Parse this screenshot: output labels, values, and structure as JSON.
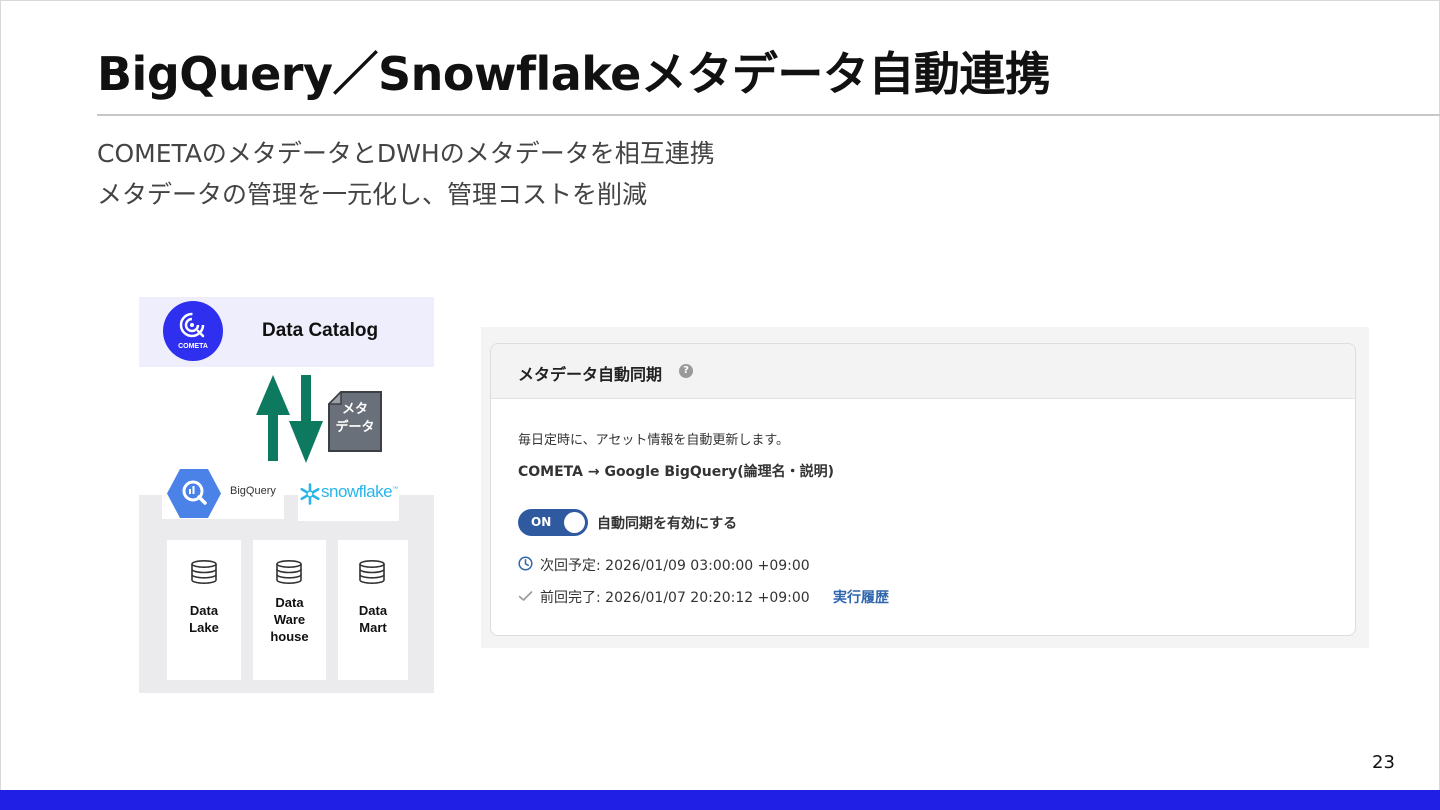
{
  "slide": {
    "title": "BigQuery／Snowflakeメタデータ自動連携",
    "subtitle_line1": "COMETAのメタデータとDWHのメタデータを相互連携",
    "subtitle_line2": "メタデータの管理を一元化し、管理コストを削減",
    "page_number": "23",
    "accent_color": "#1f1fe6"
  },
  "diagram": {
    "catalog_label": "Data Catalog",
    "cometa_logo_text": "COMETA",
    "metadata_doc_line1": "メタ",
    "metadata_doc_line2": "データ",
    "bigquery_label": "BigQuery",
    "snowflake_label": "snowflake",
    "snowflake_tm": "™",
    "arrow_color": "#0d7a5f",
    "stores": [
      {
        "line1": "Data",
        "line2": "Lake",
        "line3": ""
      },
      {
        "line1": "Data",
        "line2": "Ware",
        "line3": "house"
      },
      {
        "line1": "Data",
        "line2": "Mart",
        "line3": ""
      }
    ]
  },
  "settings_panel": {
    "title": "メタデータ自動同期",
    "help_icon": "?",
    "description": "毎日定時に、アセット情報を自動更新します。",
    "sync_target": "COMETA → Google BigQuery(論理名・説明)",
    "toggle_state": "ON",
    "toggle_label": "自動同期を有効にする",
    "next_run": "次回予定: 2026/01/09 03:00:00 +09:00",
    "last_run": "前回完了: 2026/01/07 20:20:12 +09:00",
    "history_link": "実行履歴",
    "toggle_color": "#2f5aa0",
    "link_color": "#2f66ad"
  }
}
